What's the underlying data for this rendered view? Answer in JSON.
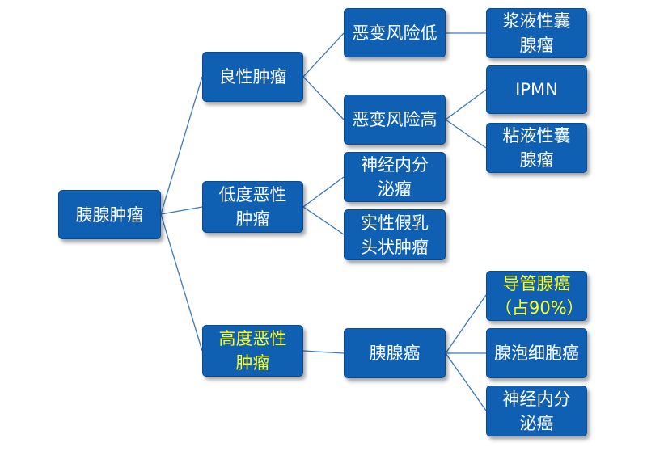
{
  "diagram": {
    "root": {
      "label": "胰腺肿瘤"
    },
    "level1": {
      "benign": {
        "label": "良性肿瘤"
      },
      "low_malignant": {
        "label": "低度恶性肿瘤"
      },
      "high_malignant": {
        "label": "高度恶性肿瘤"
      }
    },
    "benign_children": {
      "low_risk": {
        "label": "恶变风险低"
      },
      "high_risk": {
        "label": "恶变风险高"
      }
    },
    "low_risk_children": {
      "serous": {
        "label": "浆液性囊腺瘤"
      }
    },
    "high_risk_children": {
      "ipmn": {
        "label": "IPMN"
      },
      "mucinous": {
        "label": "粘液性囊腺瘤"
      }
    },
    "low_malignant_children": {
      "neuroendocrine": {
        "label": "神经内分泌瘤"
      },
      "solid_pseudopapillary": {
        "label": "实性假乳头状肿瘤"
      }
    },
    "high_malignant_children": {
      "pancreatic_cancer": {
        "label": "胰腺癌"
      }
    },
    "cancer_children": {
      "ductal": {
        "label": "导管腺癌（占90%）"
      },
      "acinar": {
        "label": "腺泡细胞癌"
      },
      "neuroendocrine_carcinoma": {
        "label": "神经内分泌癌"
      }
    },
    "colors": {
      "box_fill": "#0f5fb3",
      "box_text": "#ffffff",
      "highlight_text": "#ffff1a",
      "connector": "#3b78bd"
    }
  }
}
